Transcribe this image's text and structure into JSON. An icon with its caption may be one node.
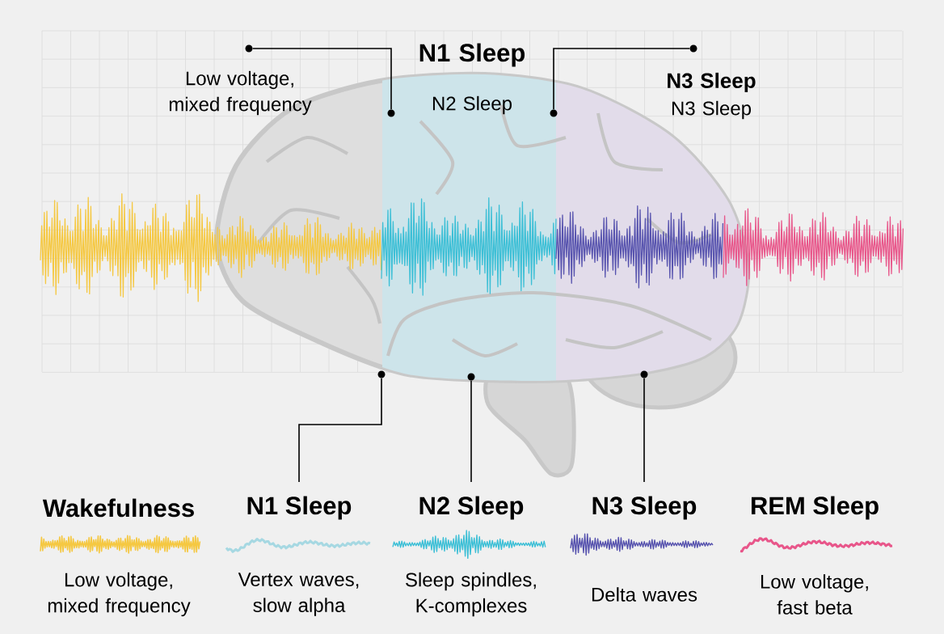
{
  "diagram": {
    "nodes": [
      {
        "text": [],
        "shape": "circle"
      },
      {
        "text": [],
        "shape": "circle"
      },
      {
        "text": [],
        "shape": "circle"
      },
      {
        "text": [],
        "shape": "circle"
      },
      {
        "text": [],
        "shape": "circle"
      },
      {
        "text": [],
        "shape": "circle"
      },
      {
        "text": [],
        "shape": "circle"
      },
      {
        "text": [
          "Wakefulness",
          "Low voltage, mixed frequency"
        ]
      },
      {
        "text": [
          "N1 Sleep",
          "Vertex waves, slow alpha"
        ]
      },
      {
        "text": [
          "N2 Sleep",
          "Sleep spindles, K-complexes"
        ]
      },
      {
        "text": [
          "N3 Sleep",
          "Delta waves"
        ]
      },
      {
        "text": [
          "REM Sleep",
          "Low voltage, fast beta"
        ]
      }
    ],
    "edges": [
      {
        "from": 0,
        "to": 1,
        "arrow": "none"
      },
      {
        "from": 2,
        "to": 3,
        "arrow": "none"
      },
      {
        "from": 4,
        "to": 8,
        "arrow": "none"
      },
      {
        "from": 5,
        "to": 9,
        "arrow": "none"
      },
      {
        "from": 6,
        "to": 10,
        "arrow": "none"
      }
    ],
    "labels": [
      "Low voltage, mixed frequency",
      "N1 Sleep",
      "N2 Sleep",
      "N3 Sleep",
      "N3 Sleep"
    ]
  }
}
